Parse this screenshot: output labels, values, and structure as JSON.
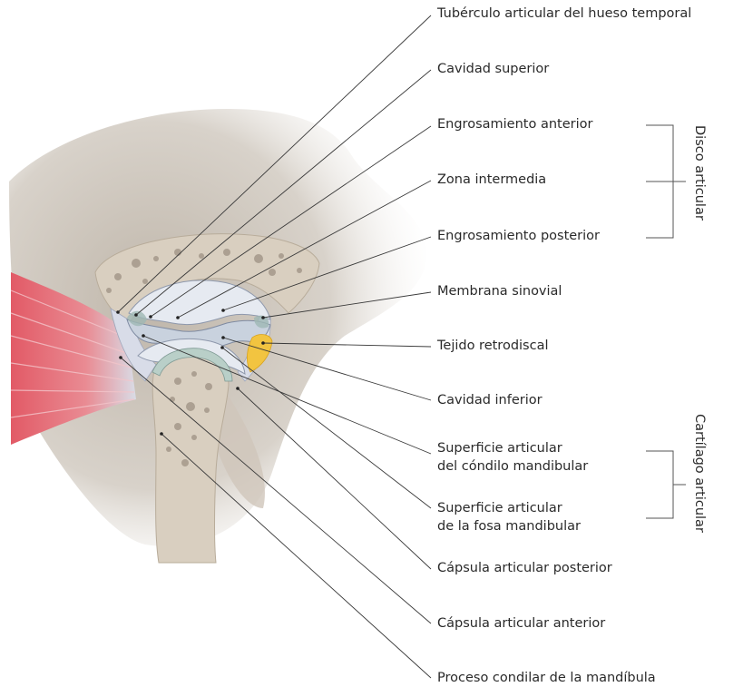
{
  "labels": {
    "l1": "Tubérculo articular del hueso temporal",
    "l2": "Cavidad superior",
    "l3": "Engrosamiento anterior",
    "l4": "Zona intermedia",
    "l5": "Engrosamiento posterior",
    "l6": "Membrana sinovial",
    "l7": "Tejido retrodiscal",
    "l8": "Cavidad inferior",
    "l9a": "Superficie articular",
    "l9b": "del cóndilo mandibular",
    "l10a": "Superficie articular",
    "l10b": "de la fosa mandibular",
    "l11": "Cápsula articular posterior",
    "l12": "Cápsula articular anterior",
    "l13": "Proceso condilar de la mandíbula"
  },
  "groups": {
    "disco": "Disco articular",
    "cartilago": "Cartílago articular"
  },
  "colors": {
    "bone": "#d9cfc0",
    "muscle": "#e0606a",
    "disc": "#c9d2de",
    "retrodiscal": "#f2c440",
    "leader": "#3a3a3a"
  }
}
